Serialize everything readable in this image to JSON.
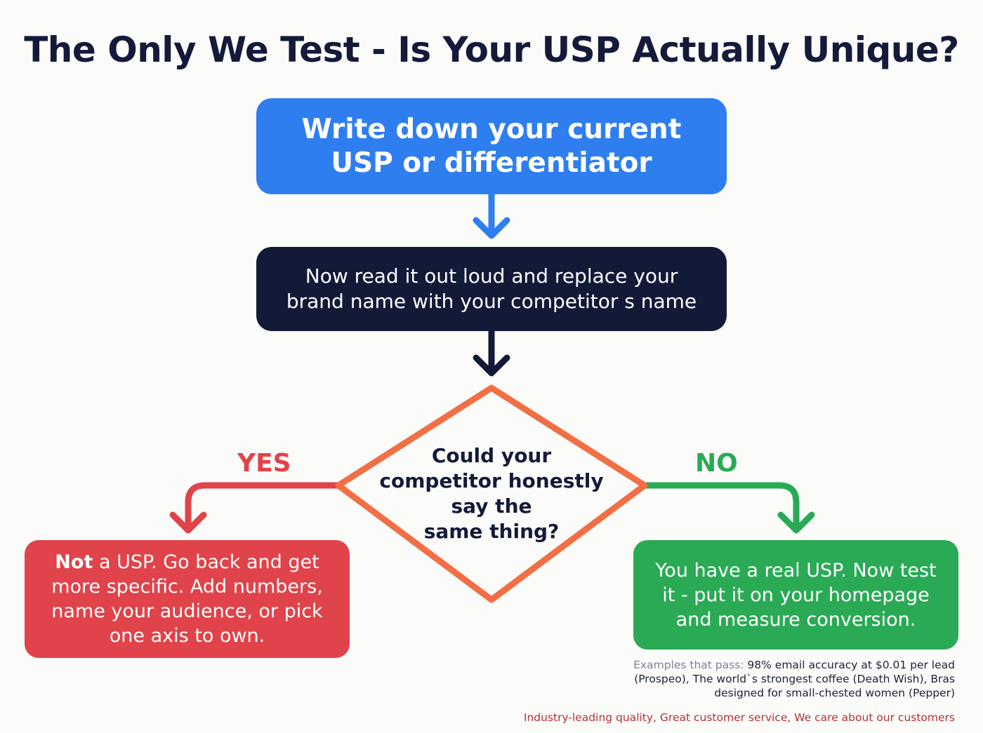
{
  "title": "The Only We Test - Is Your USP Actually Unique?",
  "colors": {
    "title": "#141a3a",
    "step1": "#2f7ef0",
    "step2": "#131a38",
    "decision_border": "#f26f45",
    "yes": "#e0434a",
    "no": "#2aaa55",
    "fail_examples": "#b2333a",
    "examples_label": "#7a8296"
  },
  "steps": {
    "step1": {
      "line1": "Write down your current",
      "line2": "USP or differentiator"
    },
    "step2": {
      "line1": "Now read it out loud and replace your",
      "line2": "brand name with your competitor s name"
    }
  },
  "decision": {
    "line1": "Could your",
    "line2": "competitor honestly",
    "line3": "say the",
    "line4": "same thing?"
  },
  "branches": {
    "yes": {
      "label": "YES",
      "result_bold": "Not",
      "result_text": " a USP. Go back and get more specific. Add numbers, name your audience, or pick one axis to own."
    },
    "no": {
      "label": "NO",
      "result_text": "You have a real USP. Now test it - put it on your homepage and measure conversion."
    }
  },
  "examples": {
    "pass_label": "Examples that pass: ",
    "pass_text": "98% email accuracy at $0.01 per lead (Prospeo), The world`s strongest coffee (Death Wish), Bras designed for small-chested women (Pepper)",
    "fail_text": "Industry-leading quality, Great customer service, We care about our customers"
  }
}
